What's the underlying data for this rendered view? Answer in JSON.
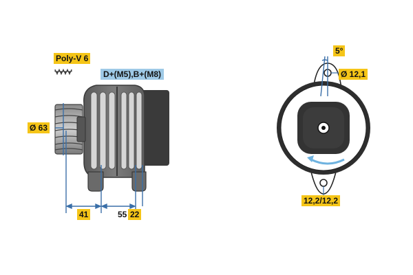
{
  "colors": {
    "label_yellow": "#f5c518",
    "label_blue": "#9ec9e6",
    "dimension_line": "#3a6fa8",
    "housing_dark": "#3c3c3c",
    "housing_mid": "#6f6f6f",
    "housing_light": "#b9b9b9",
    "arrow_blue": "#6fb3e0"
  },
  "labels": {
    "belt_type": "Poly-V 6",
    "terminals": "D+(M5),B+(M8)",
    "pulley_diameter": "Ø 63",
    "dim_front": "41",
    "dim_mid": "55",
    "dim_rear": "22",
    "angle": "5°",
    "hole_diameter": "Ø 12,1",
    "mount_dims": "12,2/12,2"
  },
  "icons": {
    "belt_profile": "poly-v-belt-icon",
    "rotation": "rotation-arrow-icon"
  }
}
